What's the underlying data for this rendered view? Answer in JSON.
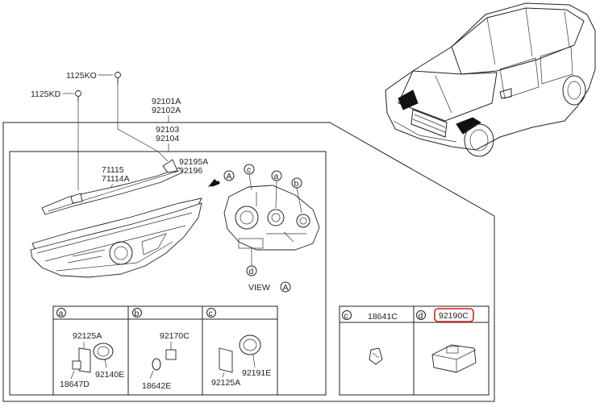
{
  "labels": {
    "pn_1125KO": "1125KO",
    "pn_1125KD": "1125KD",
    "pn_92101A": "92101A",
    "pn_92102A": "92102A",
    "pn_92103": "92103",
    "pn_92104": "92104",
    "pn_71115": "71115",
    "pn_71114A": "71114A",
    "pn_92195A": "92195A",
    "pn_92196": "92196",
    "view_label": "VIEW",
    "view_letter": "A",
    "arrow_letter": "A",
    "callout_c": "c",
    "callout_a": "a",
    "callout_b": "b",
    "callout_d": "d"
  },
  "detail_boxes": {
    "a": {
      "letter": "a",
      "parts": [
        "92125A",
        "92140E",
        "18647D"
      ]
    },
    "b": {
      "letter": "b",
      "parts": [
        "92170C",
        "18642E"
      ]
    },
    "c": {
      "letter": "c",
      "parts": [
        "92191E",
        "92125A"
      ]
    },
    "c2": {
      "letter": "c",
      "parts": [
        "18641C"
      ]
    },
    "d": {
      "letter": "d",
      "parts": [
        "92190C"
      ],
      "highlight_color": "#d61f1f"
    }
  }
}
